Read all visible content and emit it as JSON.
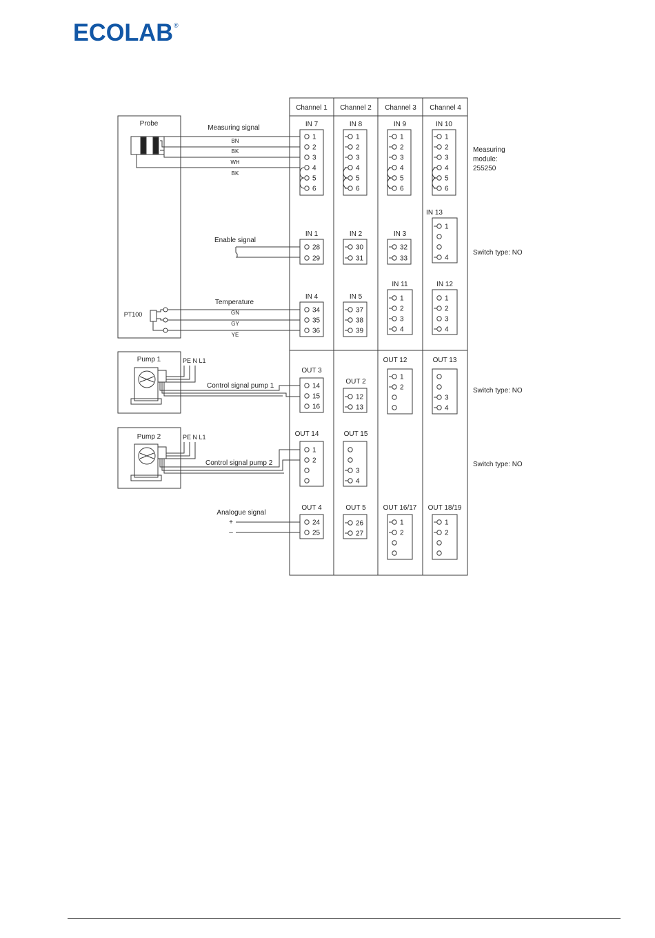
{
  "logo": {
    "text": "ECOLAB",
    "mark": "®",
    "color": "#1257a6"
  },
  "colors": {
    "line": "#3a3a3a",
    "text": "#222222"
  },
  "channels": [
    "Channel 1",
    "Channel 2",
    "Channel 3",
    "Channel 4"
  ],
  "sections": {
    "probe": "Probe",
    "pt100": "PT100",
    "pump1": "Pump 1",
    "pump2": "Pump 2",
    "pe_n_l1": "PE N L1"
  },
  "signals": {
    "measuring": "Measuring signal",
    "enable": "Enable signal",
    "temperature": "Temperature",
    "control1": "Control signal pump 1",
    "control2": "Control signal pump 2",
    "analogue": "Analogue signal",
    "plus": "+",
    "minus": "–"
  },
  "wire_colors_measuring": [
    "BN",
    "BK",
    "WH",
    "BK"
  ],
  "wire_colors_temperature": [
    "GN",
    "GY",
    "YE"
  ],
  "annotations": {
    "measuring_module": [
      "Measuring",
      "module:",
      "255250"
    ],
    "switch_type": "Switch type: NO"
  },
  "terminal_blocks": [
    {
      "id": "in7",
      "title": "IN 7",
      "terminals": [
        "1",
        "2",
        "3",
        "4",
        "5",
        "6"
      ]
    },
    {
      "id": "in8",
      "title": "IN 8",
      "terminals": [
        "1",
        "2",
        "3",
        "4",
        "5",
        "6"
      ]
    },
    {
      "id": "in9",
      "title": "IN 9",
      "terminals": [
        "1",
        "2",
        "3",
        "4",
        "5",
        "6"
      ]
    },
    {
      "id": "in10",
      "title": "IN 10",
      "terminals": [
        "1",
        "2",
        "3",
        "4",
        "5",
        "6"
      ]
    },
    {
      "id": "in13",
      "title": "IN 13",
      "terminals": [
        "1",
        "",
        "",
        "4"
      ]
    },
    {
      "id": "in1",
      "title": "IN 1",
      "terminals": [
        "28",
        "29"
      ]
    },
    {
      "id": "in2",
      "title": "IN 2",
      "terminals": [
        "30",
        "31"
      ]
    },
    {
      "id": "in3",
      "title": "IN 3",
      "terminals": [
        "32",
        "33"
      ]
    },
    {
      "id": "in4",
      "title": "IN 4",
      "terminals": [
        "34",
        "35",
        "36"
      ]
    },
    {
      "id": "in5",
      "title": "IN 5",
      "terminals": [
        "37",
        "38",
        "39"
      ]
    },
    {
      "id": "in11",
      "title": "IN 11",
      "terminals": [
        "1",
        "2",
        "3",
        "4"
      ]
    },
    {
      "id": "in12",
      "title": "IN 12",
      "terminals": [
        "1",
        "2",
        "3",
        "4"
      ]
    },
    {
      "id": "out3",
      "title": "OUT 3",
      "terminals": [
        "14",
        "15",
        "16"
      ]
    },
    {
      "id": "out2",
      "title": "OUT 2",
      "terminals": [
        "12",
        "13"
      ]
    },
    {
      "id": "out12",
      "title": "OUT 12",
      "terminals": [
        "1",
        "2",
        "",
        ""
      ]
    },
    {
      "id": "out13",
      "title": "OUT 13",
      "terminals": [
        "",
        "",
        "3",
        "4"
      ]
    },
    {
      "id": "out14",
      "title": "OUT 14",
      "terminals": [
        "1",
        "2",
        "",
        ""
      ]
    },
    {
      "id": "out15",
      "title": "OUT 15",
      "terminals": [
        "",
        "",
        "3",
        "4"
      ]
    },
    {
      "id": "out4",
      "title": "OUT 4",
      "terminals": [
        "24",
        "25"
      ]
    },
    {
      "id": "out5",
      "title": "OUT 5",
      "terminals": [
        "26",
        "27"
      ]
    },
    {
      "id": "out1617",
      "title": "OUT 16/17",
      "terminals": [
        "1",
        "2",
        "",
        ""
      ]
    },
    {
      "id": "out1819",
      "title": "OUT 18/19",
      "terminals": [
        "1",
        "2",
        "",
        ""
      ]
    }
  ]
}
